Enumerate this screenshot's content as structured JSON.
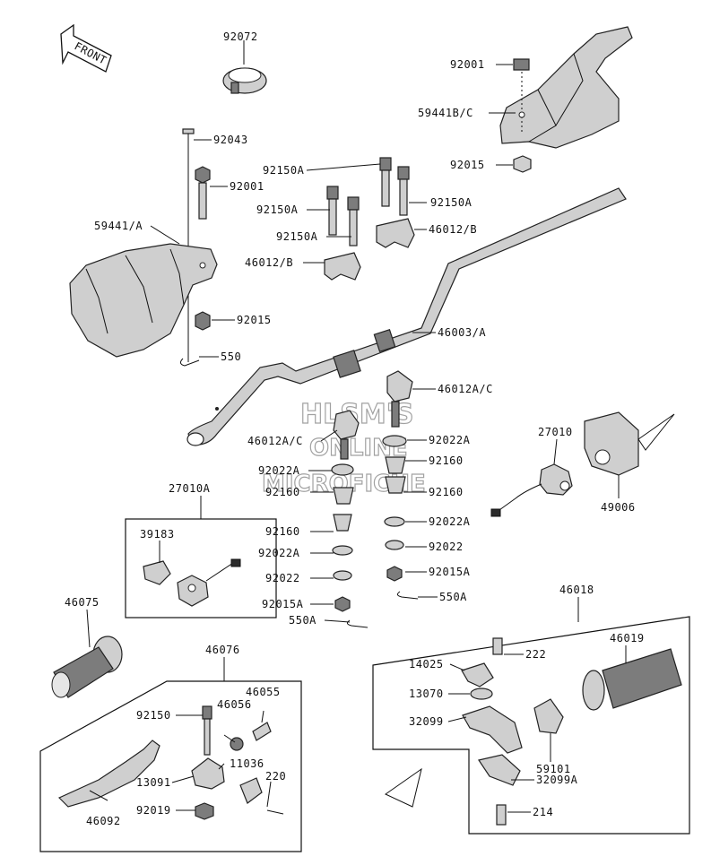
{
  "direction_arrow": "FRONT",
  "watermark": [
    "HLSM'S",
    "ONLINE",
    "MICROFICHE"
  ],
  "labels": {
    "l_92072": "92072",
    "l_92001_top": "92001",
    "l_59441bc": "59441B/C",
    "l_92015_top": "92015",
    "l_92043": "92043",
    "l_92001_left": "92001",
    "l_92150a_1": "92150A",
    "l_92150a_2": "92150A",
    "l_92150a_3": "92150A",
    "l_92150a_4": "92150A",
    "l_46012b_1": "46012/B",
    "l_46012b_2": "46012/B",
    "l_59441a": "59441/A",
    "l_92015_left": "92015",
    "l_550": "550",
    "l_46003a": "46003/A",
    "l_46012ac_1": "46012A/C",
    "l_46012ac_2": "46012A/C",
    "l_92022a_1": "92022A",
    "l_92022a_2": "92022A",
    "l_92160_1": "92160",
    "l_92160_2": "92160",
    "l_92160_3": "92160",
    "l_92022a_3": "92022A",
    "l_92022a_4": "92022A",
    "l_92022_1": "92022",
    "l_92022_2": "92022",
    "l_92015a_1": "92015A",
    "l_92015a_2": "92015A",
    "l_550a_1": "550A",
    "l_550a_2": "550A",
    "l_27010": "27010",
    "l_49006": "49006",
    "l_27010a": "27010A",
    "l_39183": "39183",
    "l_46075": "46075",
    "l_46018": "46018",
    "l_46019": "46019",
    "l_222": "222",
    "l_14025": "14025",
    "l_13070": "13070",
    "l_32099": "32099",
    "l_59101": "59101",
    "l_32099a": "32099A",
    "l_214": "214",
    "l_46076": "46076",
    "l_92150": "92150",
    "l_46056": "46056",
    "l_46055": "46055",
    "l_11036": "11036",
    "l_13091": "13091",
    "l_220": "220",
    "l_92019": "92019",
    "l_46092": "46092"
  },
  "colors": {
    "line": "#111111",
    "part_fill": "#cfcfcf",
    "part_dark": "#7c7c7c",
    "background": "#ffffff"
  }
}
